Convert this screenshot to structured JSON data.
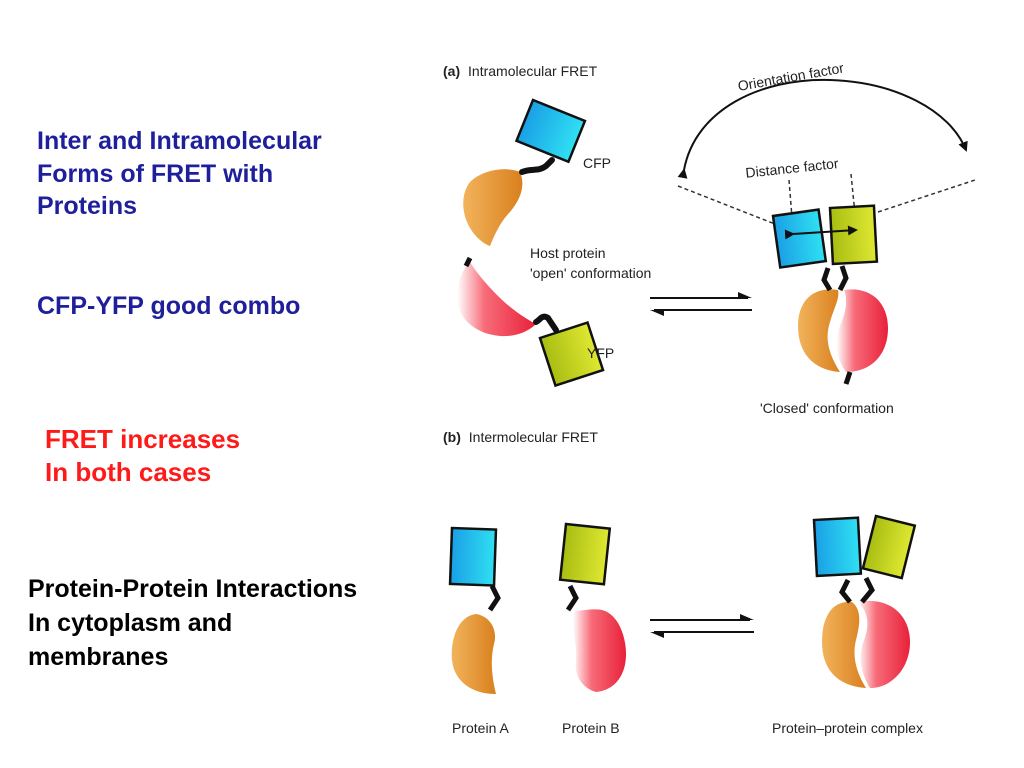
{
  "slide": {
    "title_lines": [
      "Inter and Intramolecular",
      "Forms of FRET with",
      "Proteins"
    ],
    "subtitle": "CFP-YFP good combo",
    "fret_lines": [
      "FRET increases",
      "In both cases"
    ],
    "ppi_lines": [
      "Protein-Protein Interactions",
      "In cytoplasm and",
      "membranes"
    ]
  },
  "figure": {
    "panel_a": {
      "letter": "(a)",
      "title": "Intramolecular FRET"
    },
    "panel_b": {
      "letter": "(b)",
      "title": "Intermolecular FRET"
    },
    "labels": {
      "cfp": "CFP",
      "yfp": "YFP",
      "host_line1": "Host protein",
      "host_line2": "'open' conformation",
      "orientation": "Orientation factor",
      "distance": "Distance factor",
      "closed": "'Closed' conformation",
      "protein_a": "Protein A",
      "protein_b": "Protein B",
      "complex": "Protein–protein complex"
    }
  },
  "colors": {
    "title_blue": "#1f1f9c",
    "fret_red": "#ff1a1a",
    "cfp_cyan": "#19c8ee",
    "yfp_yellow": "#c8d61a",
    "protein_orange": "#e8952e",
    "protein_red": "#f0364a"
  }
}
